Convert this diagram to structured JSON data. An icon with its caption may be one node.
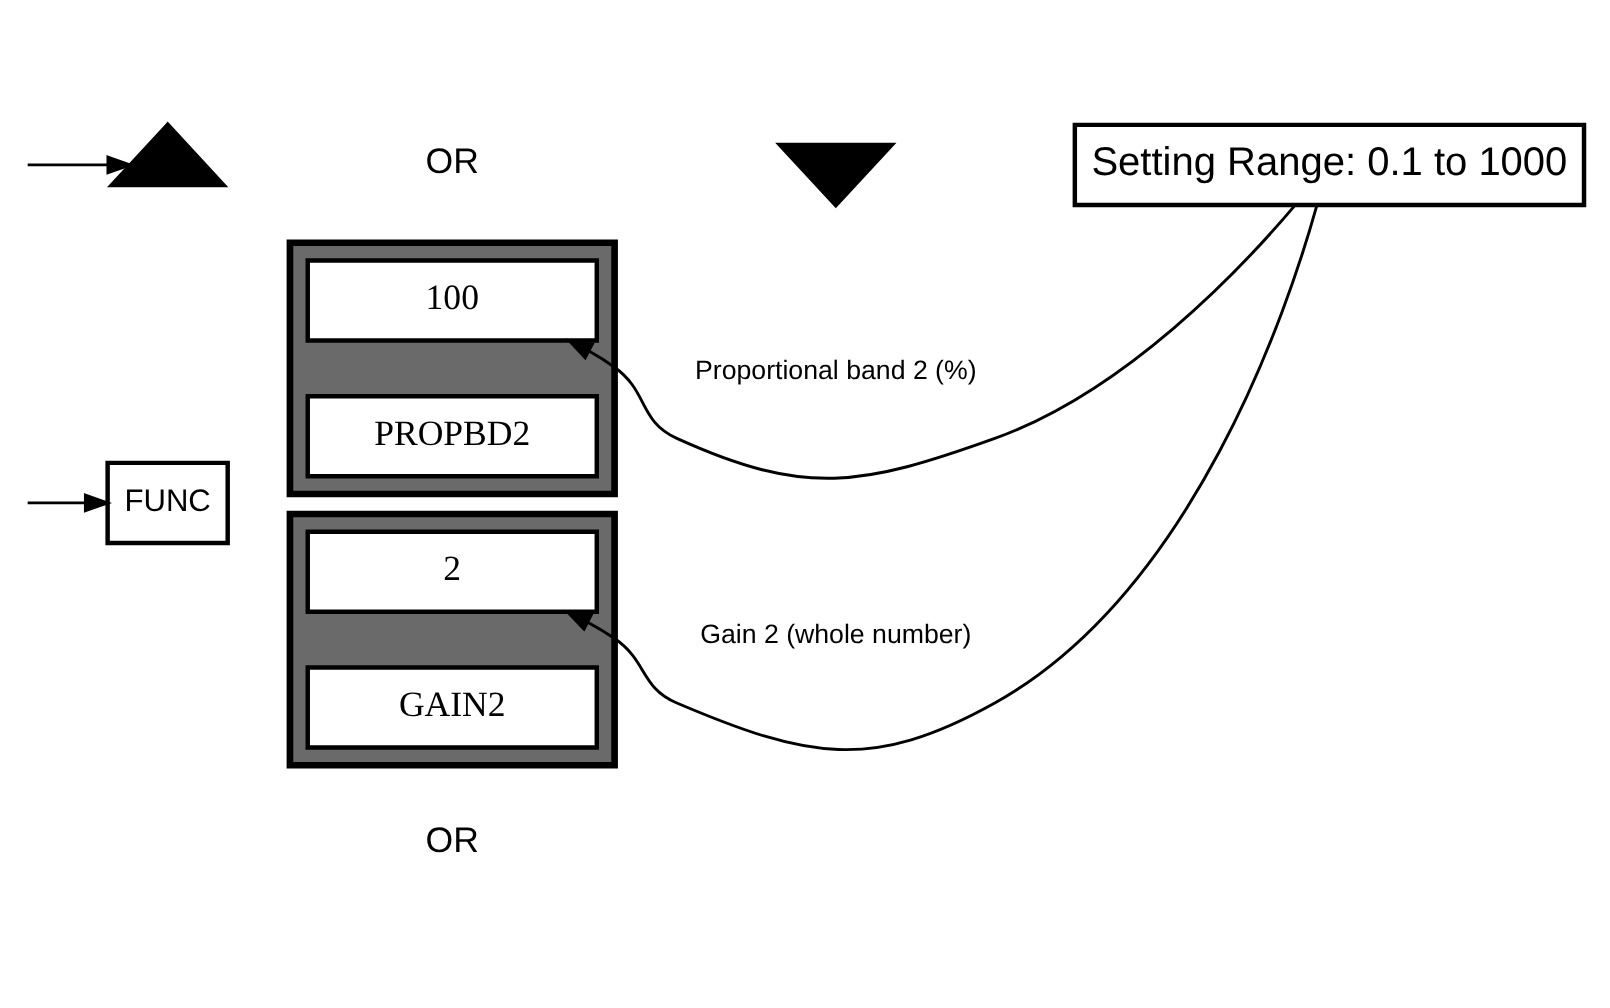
{
  "diagram": {
    "nodes": [
      {
        "text": [
          "FUNC"
        ]
      },
      {
        "text": [],
        "shape": "box",
        "beside": [
          "Proportional band 2 (%)"
        ]
      },
      {
        "text": [
          "100"
        ],
        "in": 1
      },
      {
        "text": [
          "PROPBD2"
        ],
        "in": 1
      },
      {
        "text": [],
        "shape": "box",
        "beside": [
          "Gain 2 (whole number)"
        ]
      },
      {
        "text": [
          "2"
        ],
        "in": 4
      },
      {
        "text": [
          "GAIN2"
        ],
        "in": 4
      },
      {
        "text": [],
        "shape": "triangle"
      },
      {
        "text": [],
        "shape": "triangle"
      },
      {
        "text": [
          "Setting Range: 0.1 to 1000"
        ]
      }
    ],
    "edges": [
      {
        "from": null,
        "to": 0,
        "arrow": "to"
      },
      {
        "from": null,
        "to": 7,
        "arrow": "to"
      },
      {
        "from": 9,
        "to": 2,
        "arrow": "to"
      },
      {
        "from": 9,
        "to": 5,
        "arrow": "to"
      }
    ],
    "labels": [
      "OR",
      "OR"
    ]
  }
}
